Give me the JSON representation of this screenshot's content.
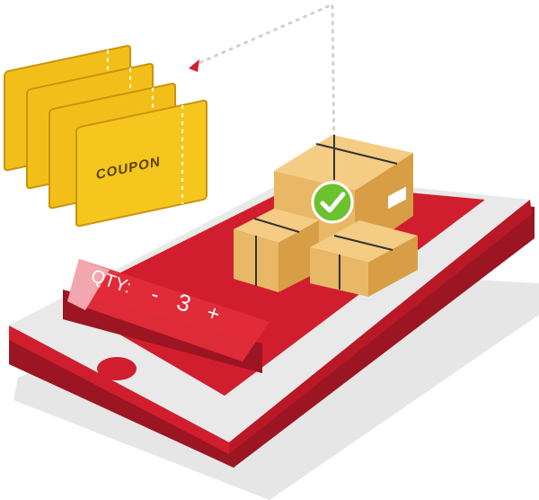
{
  "coupon": {
    "label": "COUPON",
    "colors": {
      "face": "#f2bf1a",
      "edge": "#c9930c"
    }
  },
  "quantity": {
    "label": "QTY:",
    "decrement": "-",
    "value": "3",
    "increment": "+"
  },
  "colors": {
    "phone_red": "#d01e2e",
    "phone_dark_red": "#9c1522",
    "phone_body": "#e9e9e9",
    "box": "#e8b866",
    "check": "#6cc12f"
  },
  "icons": [
    "check-icon",
    "coupon-icon",
    "box-icon",
    "home-button-icon"
  ]
}
